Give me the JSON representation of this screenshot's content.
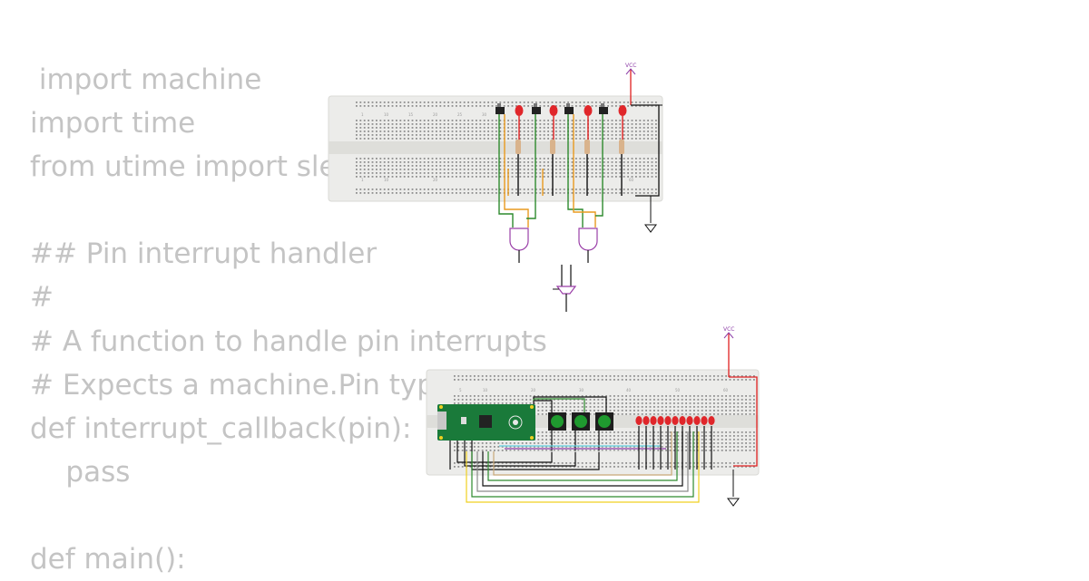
{
  "code_lines": [
    " import machine",
    "import time",
    "from utime import sleep",
    "",
    "## Pin interrupt handler",
    "#",
    "# A function to handle pin interrupts",
    "# Expects a machine.Pin type",
    "def interrupt_callback(pin):",
    "    pass",
    "",
    "def main():"
  ],
  "circuit_top": {
    "vcc_label": "VCC"
  },
  "circuit_bottom": {
    "vcc_label": "VCC"
  },
  "colors": {
    "code_text": "#c4c4c4",
    "breadboard": "#ececea",
    "led_red": "#e0262a",
    "wire_green": "#2d8a2d",
    "wire_orange": "#e89a1f",
    "wire_red": "#e02020",
    "gate_purple": "#9a3fa8",
    "pico_green": "#1a7a3a"
  }
}
